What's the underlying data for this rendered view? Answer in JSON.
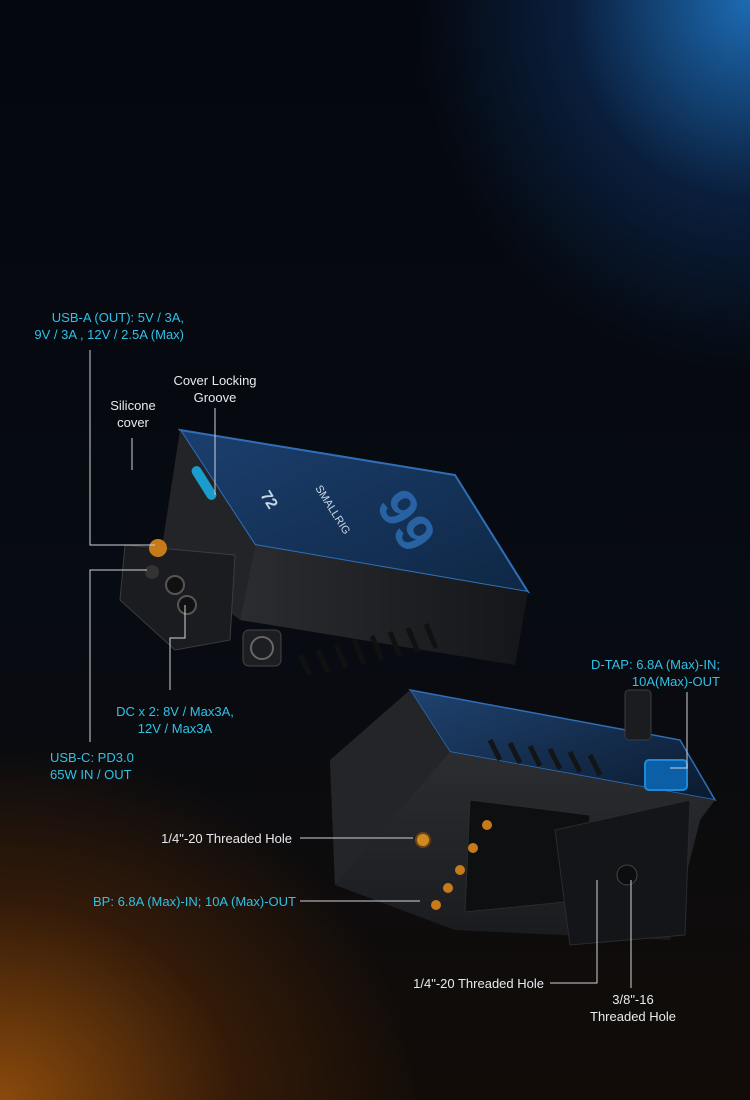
{
  "labels": {
    "usb_a": [
      "USB-A (OUT):  5V / 3A,",
      "9V / 3A , 12V / 2.5A (Max)"
    ],
    "silicone": [
      "Silicone",
      "cover"
    ],
    "cover_groove": [
      "Cover Locking",
      "Groove"
    ],
    "dc": [
      "DC x 2: 8V / Max3A,",
      "12V / Max3A"
    ],
    "usb_c": [
      "USB-C: PD3.0",
      "65W IN / OUT"
    ],
    "dtap": [
      "D-TAP: 6.8A (Max)-IN;",
      "10A(Max)-OUT"
    ],
    "hole_left": "1/4\"-20 Threaded Hole",
    "bp": "BP: 6.8A (Max)-IN; 10A (Max)-OUT",
    "hole_bottom": "1/4\"-20 Threaded Hole",
    "hole_38": [
      "3/8\"-16",
      "Threaded Hole"
    ]
  },
  "colors": {
    "accent": "#2fc2e6",
    "text": "#e8eaee",
    "leader": "#cfd3d8"
  }
}
